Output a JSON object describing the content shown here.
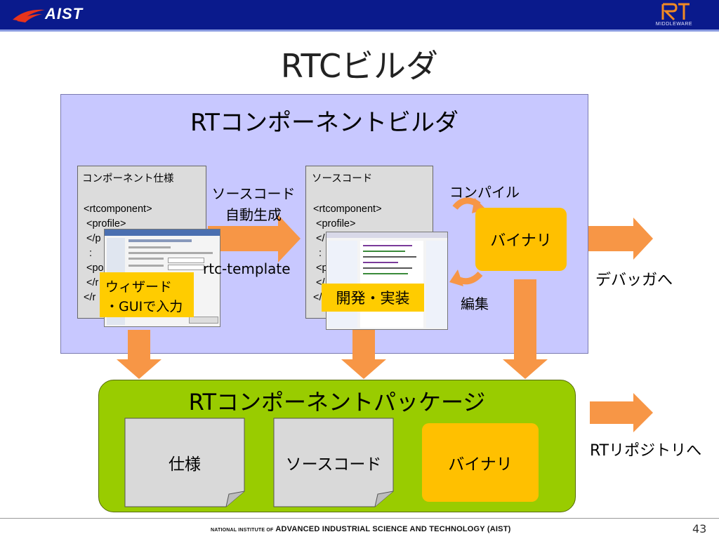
{
  "header": {
    "org_logo_text": "AIST",
    "rt_logo_text": "RT",
    "rt_logo_sub": "MIDDLEWARE"
  },
  "slide": {
    "title": "RTCビルダ",
    "page_number": "43"
  },
  "builder": {
    "title": "RTコンポーネントビルダ",
    "spec_doc": {
      "heading": "コンポーネント仕様",
      "lines": [
        "<rtcomponent>",
        " <profile>",
        " </p",
        "  :",
        " <po",
        " </r",
        "</r"
      ]
    },
    "source_doc": {
      "heading": "ソースコード",
      "lines": [
        "<rtcomponent>",
        " <profile>",
        " </",
        "  :",
        " <p",
        " </",
        "</"
      ]
    },
    "generate_label_line1": "ソースコード",
    "generate_label_line2": "自動生成",
    "template_label": "rtc-template",
    "wizard_callout_line1": "ウィザード",
    "wizard_callout_line2": "・GUIで入力",
    "dev_callout": "開発・実装",
    "compile_label": "コンパイル",
    "edit_label": "編集",
    "binary_label": "バイナリ",
    "to_debugger": "デバッガへ"
  },
  "package": {
    "title": "RTコンポーネントパッケージ",
    "spec_label": "仕様",
    "source_label": "ソースコード",
    "binary_label": "バイナリ",
    "to_repository": "RTリポジトリへ"
  },
  "footer": {
    "small_prefix": "NATIONAL INSTITUTE OF",
    "main_text": "ADVANCED INDUSTRIAL SCIENCE AND TECHNOLOGY (AIST)"
  },
  "colors": {
    "header_blue": "#0a1a8c",
    "builder_bg": "#c8c8ff",
    "arrow_orange": "#f79646",
    "callout_yellow": "#ffcc00",
    "binary_gold": "#ffc000",
    "package_green": "#99cc00"
  }
}
